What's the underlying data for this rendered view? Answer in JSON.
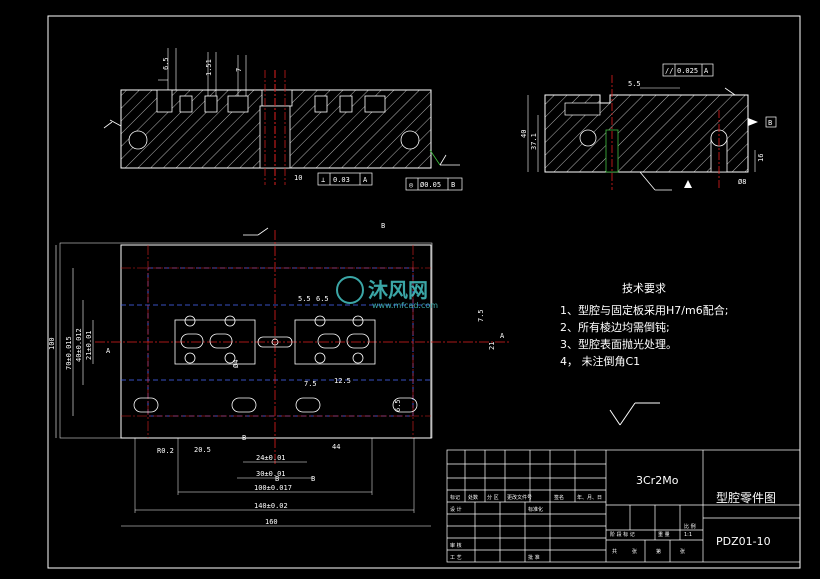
{
  "colors": {
    "background": "#000000",
    "line": "#ffffff",
    "dim": "#ffffff",
    "center": "#e02020",
    "hidden": "#4a6cff",
    "cyan": "#4ad0d0",
    "green": "#40c040"
  },
  "watermark": {
    "text": "沐风网",
    "url": "www.mfcad.com"
  },
  "notes": {
    "title": "技术要求",
    "items": [
      "1、型腔与固定板采用H7/m6配合;",
      "2、所有棱边均需倒钝;",
      "3、型腔表面抛光处理。",
      "4， 未注倒角C1"
    ]
  },
  "title_block": {
    "material": "3Cr2Mo",
    "drawing_name": "型腔零件图",
    "drawing_number": "PDZ01-10",
    "scale": "1:1",
    "headers_row": [
      "标记",
      "处数",
      "分 区",
      "更改文件号",
      "签名",
      "年、月、日"
    ],
    "design_row": [
      "设 计",
      "",
      "标准化"
    ],
    "stage_row": [
      "阶 段 标 记",
      "重 量",
      "比 例"
    ],
    "review": "审 核",
    "process": "工 艺",
    "approve": "批 准",
    "sheet_row": [
      "共",
      "张",
      "第",
      "张"
    ]
  },
  "section_a": {
    "dims": [
      "6.5",
      "1.51",
      "7",
      "10"
    ],
    "tolerance_frames": [
      {
        "symbol": "⊥",
        "value": "0.03",
        "datum": "A"
      },
      {
        "symbol": "◎",
        "value": "Ø0.05",
        "datum": "B"
      }
    ]
  },
  "section_b": {
    "dims": [
      "5.5",
      "40",
      "37.1",
      "16",
      "Ø8"
    ],
    "tolerance_frames": [
      {
        "symbol": "//",
        "value": "0.025",
        "datum": "A"
      }
    ],
    "datum_label": "B"
  },
  "plan_view": {
    "labels": [
      "B",
      "A",
      "A",
      "B",
      "B",
      "B"
    ],
    "dims_vertical": [
      "100",
      "70±0.015",
      "40±0.012",
      "21±0.01",
      "21",
      "7.5",
      "6.5",
      "Ø4"
    ],
    "dims_horizontal": [
      "20.5",
      "24±0.01",
      "30±0.01",
      "100±0.017",
      "140±0.02",
      "160",
      "44",
      "5.5",
      "6.5",
      "12.5",
      "7.5",
      "R0.2"
    ]
  }
}
